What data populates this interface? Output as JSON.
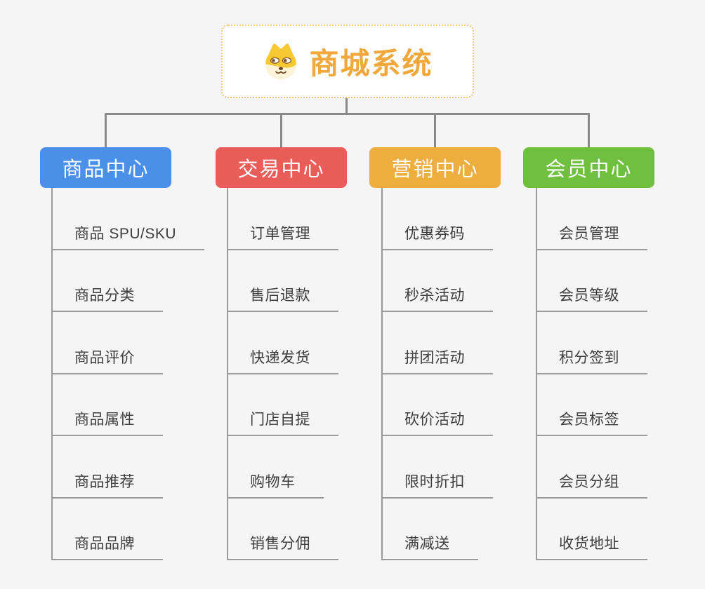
{
  "page": {
    "background_color": "#f5f5f6",
    "connector_color": "#8a8a8a",
    "underline_color": "#9b9b9b"
  },
  "root": {
    "title": "商城系统",
    "icon": "dog-face-icon",
    "text_color": "#f0a83d",
    "border_color": "#f0c578",
    "background": "#ffffff"
  },
  "branches": [
    {
      "label": "商品中心",
      "color": "#4a90e9",
      "items": [
        "商品 SPU/SKU",
        "商品分类",
        "商品评价",
        "商品属性",
        "商品推荐",
        "商品品牌"
      ]
    },
    {
      "label": "交易中心",
      "color": "#e95d58",
      "items": [
        "订单管理",
        "售后退款",
        "快递发货",
        "门店自提",
        "购物车",
        "销售分佣"
      ]
    },
    {
      "label": "营销中心",
      "color": "#edae3f",
      "items": [
        "优惠券码",
        "秒杀活动",
        "拼团活动",
        "砍价活动",
        "限时折扣",
        "满减送"
      ]
    },
    {
      "label": "会员中心",
      "color": "#70c040",
      "items": [
        "会员管理",
        "会员等级",
        "积分签到",
        "会员标签",
        "会员分组",
        "收货地址"
      ]
    }
  ]
}
